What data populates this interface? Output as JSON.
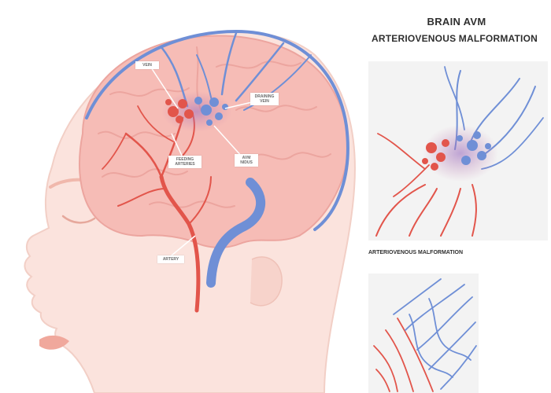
{
  "titles": {
    "main_line1": "BRAIN AVM",
    "main_line2": "ARTERIOVENOUS MALFORMATION",
    "subtitle": "ARTERIOVENOUS MALFORMATION"
  },
  "callouts": {
    "vein": "VEIN",
    "draining_vein": "DRAINING\nVEIN",
    "feeding_arteries": "FEEDING\nARTERIES",
    "avm_nidus": "AVM\nNIDUS",
    "artery": "ARTERY"
  },
  "colors": {
    "artery": "#e2554b",
    "vein": "#6f8fd6",
    "skin": "#fbe3dd",
    "skin_edge": "#f2cfc6",
    "brain": "#f6bcb6",
    "brain_fold": "#eca59f",
    "lip": "#f0a89c",
    "heading_text": "#2f2f2f",
    "panel_bg": "#f3f3f3"
  },
  "icons": {
    "head": "human-head-profile",
    "brain": "brain",
    "vessel_tangle": "avm-tangle"
  }
}
